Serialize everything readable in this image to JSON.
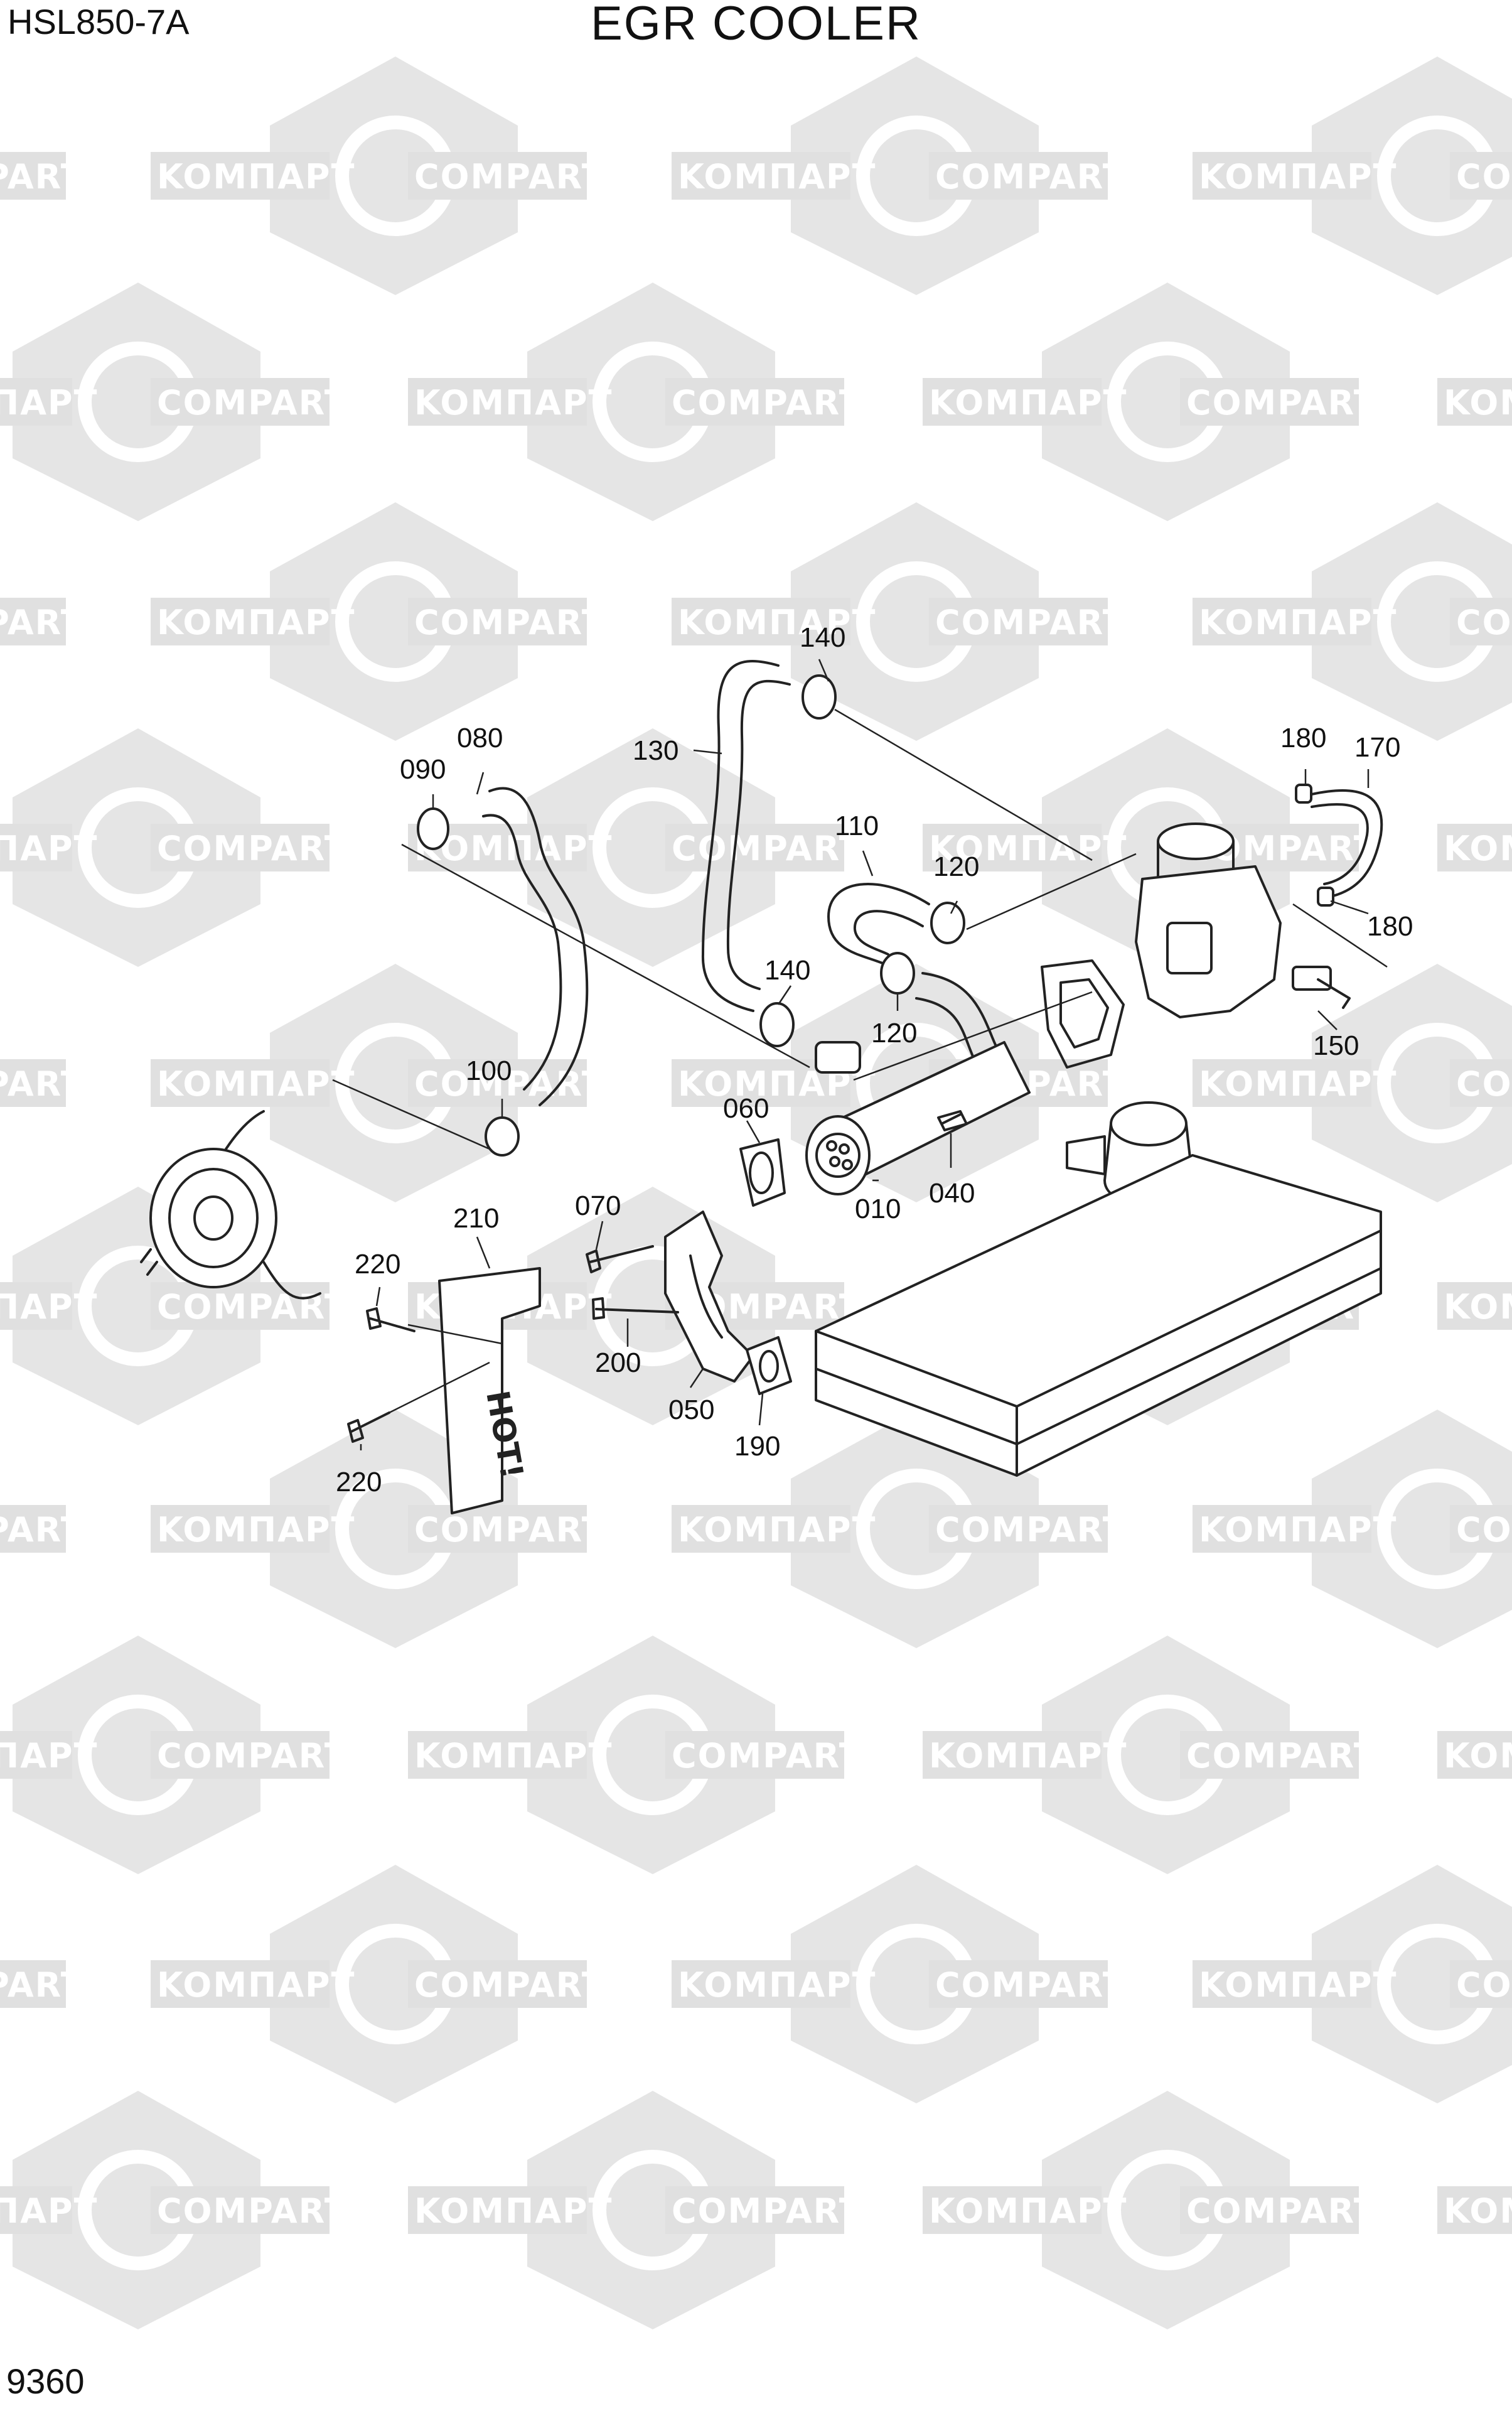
{
  "header": {
    "model": "HSL850-7A",
    "title": "EGR COOLER"
  },
  "footer": {
    "page_number": "9360"
  },
  "watermark": {
    "left_text": "KOMПAPT",
    "right_text": "COMPART",
    "color": "#e0e0e0"
  },
  "callouts": [
    "010",
    "040",
    "050",
    "060",
    "070",
    "080",
    "090",
    "100",
    "110",
    "120",
    "130",
    "140",
    "150",
    "170",
    "180",
    "190",
    "200",
    "210",
    "220"
  ],
  "labels": [
    {
      "text": "140",
      "part": "hose-clamp-upper"
    },
    {
      "text": "130",
      "part": "egr-hose-long"
    },
    {
      "text": "080",
      "part": "coolant-hose-left"
    },
    {
      "text": "090",
      "part": "hose-clamp-left"
    },
    {
      "text": "110",
      "part": "hose-middle"
    },
    {
      "text": "120",
      "part": "hose-clamp-middle-top"
    },
    {
      "text": "180",
      "part": "clip-top"
    },
    {
      "text": "170",
      "part": "small-pipe"
    },
    {
      "text": "180",
      "part": "clip-bottom"
    },
    {
      "text": "140",
      "part": "hose-clamp-lower"
    },
    {
      "text": "120",
      "part": "hose-clamp-middle-bottom"
    },
    {
      "text": "150",
      "part": "sensor"
    },
    {
      "text": "100",
      "part": "hose-clamp-bottom"
    },
    {
      "text": "060",
      "part": "gasket"
    },
    {
      "text": "010",
      "part": "egr-cooler"
    },
    {
      "text": "040",
      "part": "bolt"
    },
    {
      "text": "070",
      "part": "bolt-short"
    },
    {
      "text": "210",
      "part": "heat-shield"
    },
    {
      "text": "220",
      "part": "bolt-upper"
    },
    {
      "text": "200",
      "part": "bolt-long"
    },
    {
      "text": "050",
      "part": "egr-pipe"
    },
    {
      "text": "190",
      "part": "gasket-lower"
    },
    {
      "text": "220",
      "part": "bolt-lower"
    }
  ],
  "shield_text": "HOT!"
}
